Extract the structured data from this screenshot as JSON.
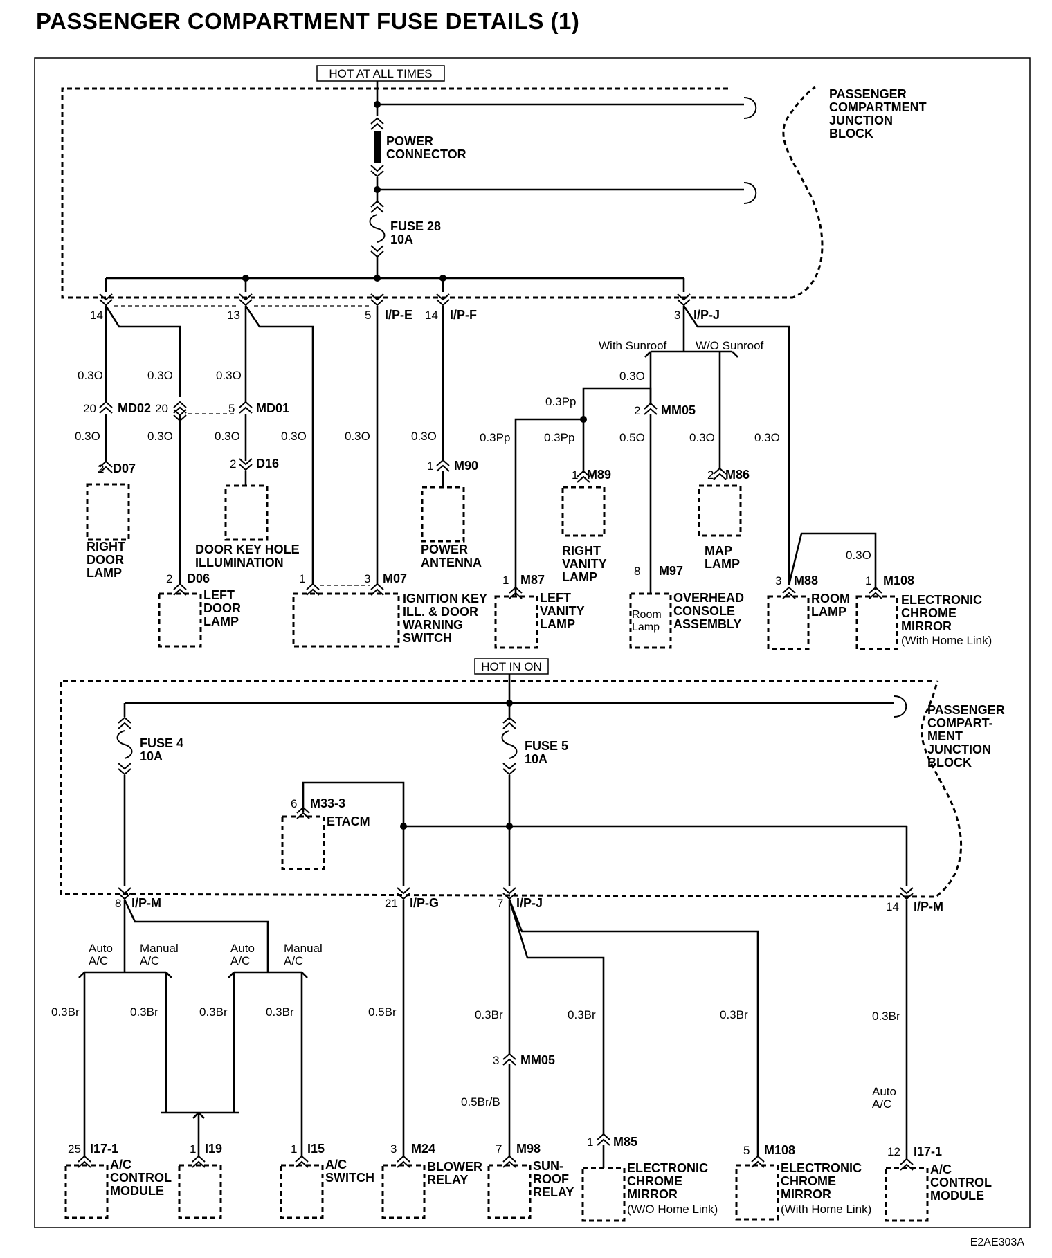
{
  "title": "PASSENGER COMPARTMENT FUSE DETAILS (1)",
  "top": {
    "hot_label": "HOT AT ALL TIMES",
    "junction_block": [
      "PASSENGER",
      "COMPARTMENT",
      "JUNCTION",
      "BLOCK"
    ],
    "power_connector": [
      "POWER",
      "CONNECTOR"
    ],
    "fuse": [
      "FUSE 28",
      "10A"
    ],
    "terminals": {
      "t14a": "14",
      "t13": "13",
      "t5": "5",
      "ipe": "I/P-E",
      "t14b": "14",
      "ipf": "I/P-F",
      "t3": "3",
      "ipj": "I/P-J"
    },
    "options": {
      "with_sunroof": "With Sunroof",
      "wo_sunroof": "W/O Sunroof"
    },
    "wires": {
      "o": "0.3O",
      "o5": "0.5O",
      "pp": "0.3Pp"
    },
    "connectors": {
      "md02_l": "20",
      "md02": "MD02",
      "md02_r": "20",
      "md01_p": "5",
      "md01": "MD01",
      "mm05_p": "2",
      "mm05": "MM05",
      "d07_p": "2",
      "d07": "D07",
      "d16_p": "2",
      "d16": "D16",
      "m90_p": "1",
      "m90": "M90",
      "m89_p": "1",
      "m89": "M89",
      "m86_p": "2",
      "m86": "M86",
      "d06_p": "2",
      "d06": "D06",
      "m07_a": "1",
      "m07_b": "3",
      "m07": "M07",
      "m87_p": "1",
      "m87": "M87",
      "m97_p": "8",
      "m97": "M97",
      "m88_p": "3",
      "m88": "M88",
      "m108_p": "1",
      "m108": "M108"
    },
    "components": {
      "right_door_lamp": [
        "RIGHT",
        "DOOR",
        "LAMP"
      ],
      "door_key_hole": [
        "DOOR KEY HOLE",
        "ILLUMINATION"
      ],
      "power_antenna": [
        "POWER",
        "ANTENNA"
      ],
      "right_vanity": [
        "RIGHT",
        "VANITY",
        "LAMP"
      ],
      "map_lamp": [
        "MAP",
        "LAMP"
      ],
      "left_door_lamp": [
        "LEFT",
        "DOOR",
        "LAMP"
      ],
      "ignition_key": [
        "IGNITION KEY",
        "ILL. & DOOR",
        "WARNING",
        "SWITCH"
      ],
      "left_vanity": [
        "LEFT",
        "VANITY",
        "LAMP"
      ],
      "room_lamp_inner": [
        "Room",
        "Lamp"
      ],
      "overhead_console": [
        "OVERHEAD",
        "CONSOLE",
        "ASSEMBLY"
      ],
      "room_lamp": [
        "ROOM",
        "LAMP"
      ],
      "ecm_home": [
        "ELECTRONIC",
        "CHROME",
        "MIRROR"
      ],
      "with_home_link": "(With Home Link)"
    }
  },
  "bottom": {
    "hot_label": "HOT IN ON",
    "junction_block": [
      "PASSENGER",
      "COMPART-",
      "MENT",
      "JUNCTION",
      "BLOCK"
    ],
    "fuse4": [
      "FUSE 4",
      "10A"
    ],
    "fuse5": [
      "FUSE 5",
      "10A"
    ],
    "etacm": {
      "pin": "6",
      "conn": "M33-3",
      "name": "ETACM"
    },
    "terminals": {
      "t8": "8",
      "ipm": "I/P-M",
      "t21": "21",
      "ipg": "I/P-G",
      "t7": "7",
      "ipj": "I/P-J",
      "t14": "14",
      "ipm2": "I/P-M"
    },
    "options": {
      "auto": [
        "Auto",
        "A/C"
      ],
      "manual": [
        "Manual",
        "A/C"
      ]
    },
    "wires": {
      "br": "0.3Br",
      "br5": "0.5Br",
      "brb": "0.5Br/B"
    },
    "connectors": {
      "mm05_p": "3",
      "mm05": "MM05",
      "i17_p": "25",
      "i17": "I17-1",
      "i19_p": "1",
      "i19": "I19",
      "i15_p": "1",
      "i15": "I15",
      "m24_p": "3",
      "m24": "M24",
      "m98_p": "7",
      "m98": "M98",
      "m85_p": "1",
      "m85": "M85",
      "m108_p": "5",
      "m108": "M108",
      "i17b_p": "12",
      "i17b": "I17-1"
    },
    "components": {
      "ac_control": [
        "A/C",
        "CONTROL",
        "MODULE"
      ],
      "ac_switch": [
        "A/C",
        "SWITCH"
      ],
      "blower": [
        "BLOWER",
        "RELAY"
      ],
      "sunroof": [
        "SUN-",
        "ROOF",
        "RELAY"
      ],
      "ecm": [
        "ELECTRONIC",
        "CHROME",
        "MIRROR"
      ],
      "wo_home_link": "(W/O Home Link)",
      "with_home_link": "(With Home Link)"
    }
  },
  "code": "E2AE303A"
}
